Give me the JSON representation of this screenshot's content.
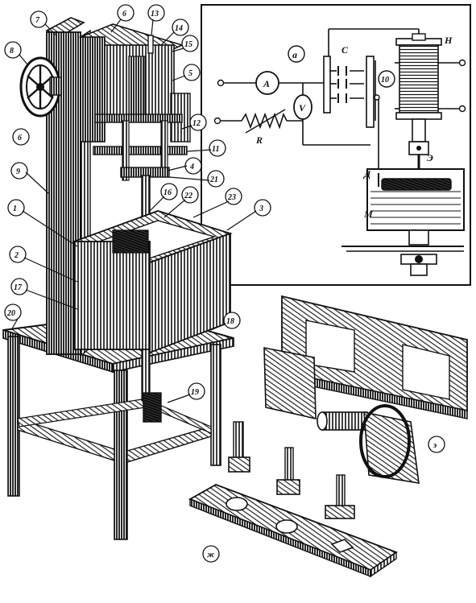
{
  "callouts": [
    {
      "id": "c7",
      "text": "7"
    },
    {
      "id": "c6a",
      "text": "6"
    },
    {
      "id": "c13",
      "text": "13"
    },
    {
      "id": "c14",
      "text": "14"
    },
    {
      "id": "c15",
      "text": "15"
    },
    {
      "id": "c8",
      "text": "8"
    },
    {
      "id": "c5",
      "text": "5"
    },
    {
      "id": "c6b",
      "text": "6"
    },
    {
      "id": "c12",
      "text": "12"
    },
    {
      "id": "c11",
      "text": "11"
    },
    {
      "id": "c4",
      "text": "4"
    },
    {
      "id": "c21",
      "text": "21"
    },
    {
      "id": "c9",
      "text": "9"
    },
    {
      "id": "c16",
      "text": "16"
    },
    {
      "id": "c22",
      "text": "22"
    },
    {
      "id": "c23",
      "text": "23"
    },
    {
      "id": "c1",
      "text": "1"
    },
    {
      "id": "c3",
      "text": "3"
    },
    {
      "id": "c2",
      "text": "2"
    },
    {
      "id": "c17",
      "text": "17"
    },
    {
      "id": "c20",
      "text": "20"
    },
    {
      "id": "c18",
      "text": "18"
    },
    {
      "id": "c19",
      "text": "19"
    },
    {
      "id": "c10",
      "text": "10"
    },
    {
      "id": "cE",
      "text": "э"
    },
    {
      "id": "cZh",
      "text": "ж"
    }
  ],
  "inset": {
    "panel_label": "а",
    "ammeter": "A",
    "voltmeter": "V",
    "capacitor": "C",
    "resistor": "R",
    "coil": "Н",
    "electrode": "Э",
    "part": "Д",
    "liquid": "М"
  }
}
